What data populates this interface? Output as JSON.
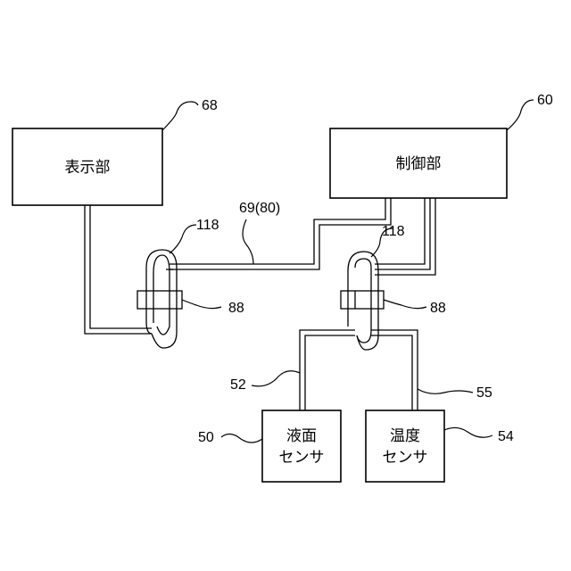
{
  "boxes": {
    "display": {
      "label": "表示部",
      "ref": "68"
    },
    "control": {
      "label": "制御部",
      "ref": "60"
    },
    "level_sensor": {
      "line1": "液面",
      "line2": "センサ",
      "ref": "50"
    },
    "temp_sensor": {
      "line1": "温度",
      "line2": "センサ",
      "ref": "54"
    }
  },
  "refs": {
    "cable_main": "69(80)",
    "loop_left": "118",
    "loop_right": "118",
    "clamp_left": "88",
    "clamp_right": "88",
    "wire_level": "52",
    "wire_temp": "55"
  }
}
